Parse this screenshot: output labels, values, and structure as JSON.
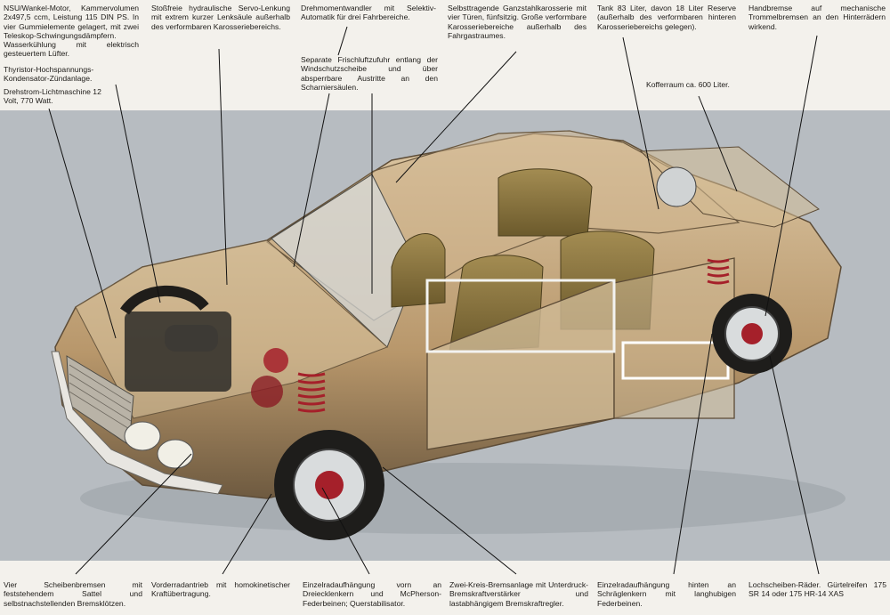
{
  "top_captions": {
    "engine": "NSU/Wankel-Motor, Kammervolumen 2x497,5 ccm, Leistung 115 DIN PS. In vier Gummielemente gelagert, mit zwei Teleskop-Schwingungsdämpfern. Wasserkühlung mit elektrisch gesteuertem Lüfter.",
    "ignition": "Thyristor-Hochspannungs-Kondensator-Zündanlage.",
    "alternator": "Drehstrom-Lichtmaschine 12 Volt, 770 Watt.",
    "steering": "Stoßfreie hydraulische Servo-Lenkung mit extrem kurzer Lenksäule außerhalb des verformbaren Karosseriebereichs.",
    "converter": "Drehmomentwandler mit Selektiv-Automatik für drei Fahrbereiche.",
    "air": "Separate Frischluftzufuhr entlang der Windschutzscheibe und über absperrbare Austritte an den Scharniersäulen.",
    "body": "Selbsttragende Ganzstahlkarosserie mit vier Türen, fünfsitzig. Große verformbare Karosseriebereiche außerhalb des Fahrgastraumes.",
    "tank": "Tank 83 Liter, davon 18 Liter Reserve (außerhalb des verformbaren hinteren Karosseriebereichs gelegen).",
    "trunk": "Kofferraum ca. 600 Liter.",
    "handbrake": "Handbremse auf mechanische Trommelbremsen an den Hinterrädern wirkend."
  },
  "bottom_captions": {
    "discs": "Vier Scheibenbremsen mit feststehendem Sattel und selbstnachstellenden Bremsklötzen.",
    "fwd": "Vorderradantrieb mit homokinetischer Kraftübertragung.",
    "front_susp": "Einzelradaufhängung vorn an Dreiecklenkern und McPherson-Federbeinen; Querstabilisator.",
    "brake_circuit": "Zwei-Kreis-Bremsanlage mit Unterdruck-Bremskraftverstärker und lastabhängigem Bremskraftregler.",
    "rear_susp": "Einzelradaufhängung hinten an Schräglenkern mit langhubigen Federbeinen.",
    "wheels": "Lochscheiben-Räder. Gürtelreifen 175 SR 14 oder 175 HR-14 XAS"
  },
  "colors": {
    "background_band": "#b7bcc1",
    "body_paint": "#c9ad86",
    "interior": "#8e7a45",
    "suspension_red": "#a5202a",
    "glass": "#d7dde0"
  }
}
